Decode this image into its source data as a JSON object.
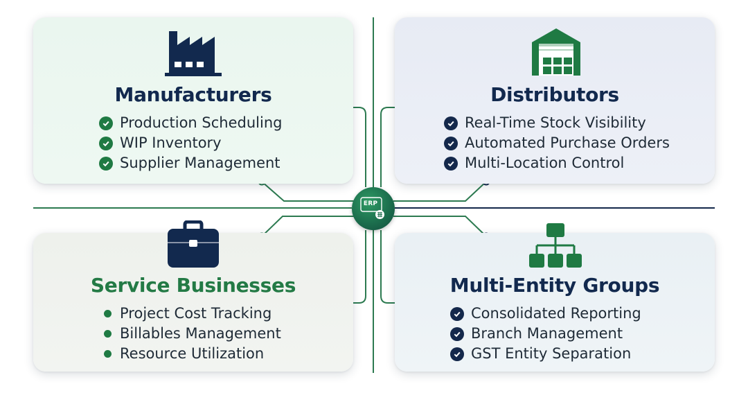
{
  "hub": {
    "label": "ERP"
  },
  "colors": {
    "navy": "#12294e",
    "green": "#237a45",
    "line": "#2c7a50",
    "divider_right": "#14284b"
  },
  "quadrants": {
    "manufacturers": {
      "title": "Manufacturers",
      "icon": "factory-icon",
      "marker": "check-circle",
      "items": [
        "Production Scheduling",
        "WIP Inventory",
        "Supplier Management"
      ]
    },
    "distributors": {
      "title": "Distributors",
      "icon": "warehouse-icon",
      "marker": "check-circle",
      "items": [
        "Real-Time Stock Visibility",
        "Automated Purchase Orders",
        "Multi-Location Control"
      ]
    },
    "service_businesses": {
      "title": "Service Businesses",
      "icon": "briefcase-icon",
      "marker": "bullet",
      "items": [
        "Project Cost Tracking",
        "Billables Management",
        "Resource Utilization"
      ]
    },
    "multi_entity_groups": {
      "title": "Multi-Entity Groups",
      "icon": "org-chart-icon",
      "marker": "check-circle",
      "items": [
        "Consolidated Reporting",
        "Branch Management",
        "GST Entity Separation"
      ]
    }
  }
}
